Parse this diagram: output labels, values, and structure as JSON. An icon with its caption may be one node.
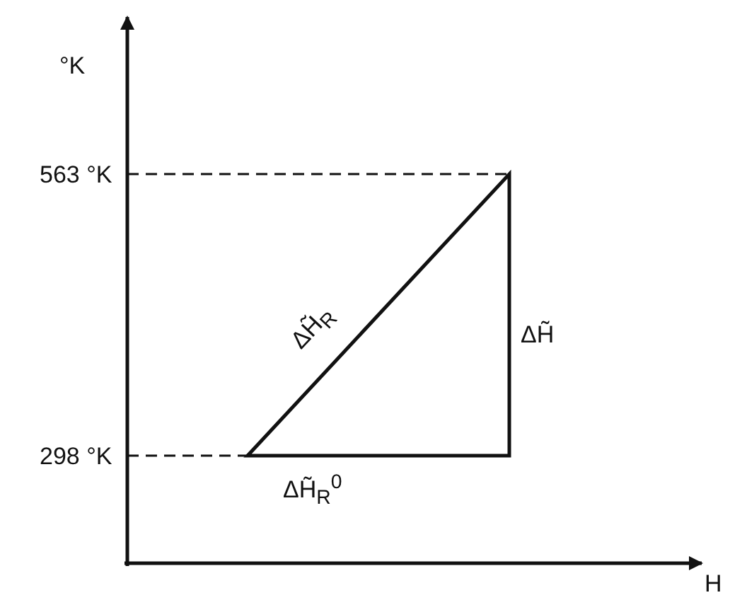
{
  "diagram": {
    "labels": [
      "°K",
      "563 °K",
      "298 °K",
      "ΔH̃$_{R}$",
      "ΔH̃",
      "ΔH̃$_{R}$$^{0}$",
      "H"
    ]
  }
}
